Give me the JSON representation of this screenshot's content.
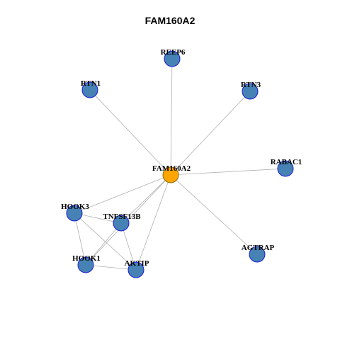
{
  "title": "FAM160A2",
  "colors": {
    "hub": "#FFA500",
    "neighbor": "#4682B4",
    "node_border": "#1a1adb",
    "edge": "#b0b0b0"
  },
  "network": {
    "nodes": [
      {
        "id": "FAM160A2",
        "label": "FAM160A2",
        "role": "hub"
      },
      {
        "id": "REEP6",
        "label": "REEP6",
        "role": "neighbor"
      },
      {
        "id": "RTN1",
        "label": "RTN1",
        "role": "neighbor"
      },
      {
        "id": "RTN3",
        "label": "RTN3",
        "role": "neighbor"
      },
      {
        "id": "RABAC1",
        "label": "RABAC1",
        "role": "neighbor"
      },
      {
        "id": "HOOK3",
        "label": "HOOK3",
        "role": "neighbor"
      },
      {
        "id": "TNFSF13B",
        "label": "TNFSF13B",
        "role": "neighbor"
      },
      {
        "id": "HOOK1",
        "label": "HOOK1",
        "role": "neighbor"
      },
      {
        "id": "AKTIP",
        "label": "AKTIP",
        "role": "neighbor"
      },
      {
        "id": "AGTRAP",
        "label": "AGTRAP",
        "role": "neighbor"
      }
    ],
    "edges": [
      [
        "FAM160A2",
        "REEP6"
      ],
      [
        "FAM160A2",
        "RTN1"
      ],
      [
        "FAM160A2",
        "RTN3"
      ],
      [
        "FAM160A2",
        "RABAC1"
      ],
      [
        "FAM160A2",
        "AGTRAP"
      ],
      [
        "FAM160A2",
        "HOOK3"
      ],
      [
        "FAM160A2",
        "TNFSF13B"
      ],
      [
        "FAM160A2",
        "HOOK1"
      ],
      [
        "FAM160A2",
        "AKTIP"
      ],
      [
        "HOOK3",
        "TNFSF13B"
      ],
      [
        "HOOK3",
        "HOOK1"
      ],
      [
        "HOOK3",
        "AKTIP"
      ],
      [
        "TNFSF13B",
        "HOOK1"
      ],
      [
        "TNFSF13B",
        "AKTIP"
      ],
      [
        "HOOK1",
        "AKTIP"
      ]
    ]
  }
}
